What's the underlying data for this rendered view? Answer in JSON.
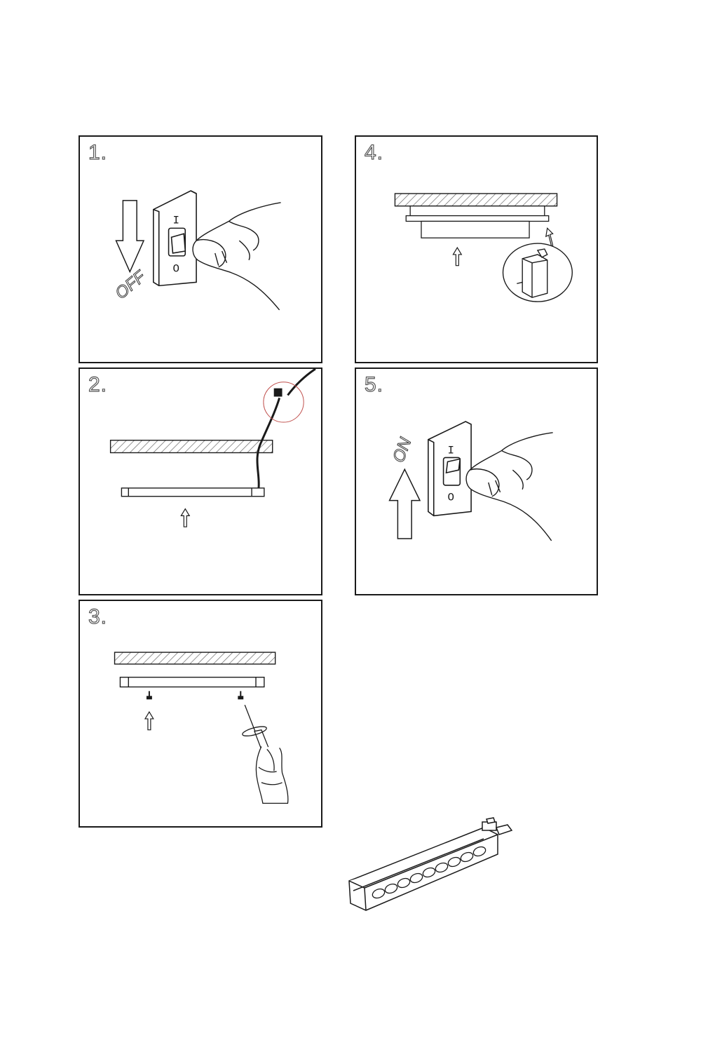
{
  "steps": [
    {
      "number": "1.",
      "label": "OFF",
      "switch_on_symbol": "I",
      "switch_off_symbol": "O"
    },
    {
      "number": "2."
    },
    {
      "number": "3."
    },
    {
      "number": "4."
    },
    {
      "number": "5.",
      "label": "ON",
      "switch_on_symbol": "I",
      "switch_off_symbol": "O"
    }
  ],
  "colors": {
    "line": "#1a1a1a",
    "hatch": "#666666",
    "highlight_circle": "#c0504d"
  },
  "icons": [
    "power-switch-icon",
    "hand-icon",
    "down-arrow-icon",
    "up-arrow-icon",
    "ceiling-hatch",
    "screwdriver-icon",
    "track-light-icon"
  ]
}
